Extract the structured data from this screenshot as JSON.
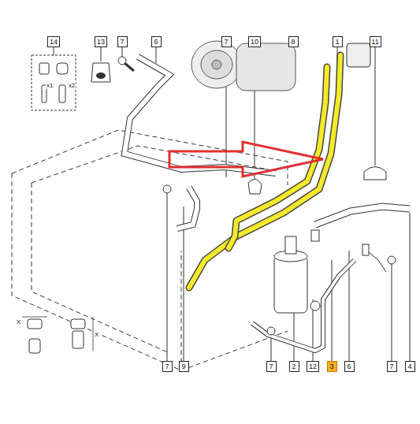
{
  "diagram": {
    "nodes": [
      {
        "text": [
          "14"
        ]
      },
      {
        "text": [
          "13"
        ]
      },
      {
        "text": [
          "7"
        ]
      },
      {
        "text": [
          "6"
        ]
      },
      {
        "text": [
          "7"
        ]
      },
      {
        "text": [
          "10"
        ]
      },
      {
        "text": [
          "8"
        ]
      },
      {
        "text": [
          "1"
        ]
      },
      {
        "text": [
          "11"
        ]
      },
      {
        "text": [
          "7"
        ]
      },
      {
        "text": [
          "9"
        ]
      },
      {
        "text": [
          "7"
        ]
      },
      {
        "text": [
          "2"
        ]
      },
      {
        "text": [
          "12"
        ]
      },
      {
        "text": [
          "3"
        ]
      },
      {
        "text": [
          "6"
        ]
      },
      {
        "text": [
          "7"
        ]
      },
      {
        "text": [
          "4"
        ]
      }
    ],
    "labels": [
      "x1",
      "x2",
      "X",
      "X"
    ]
  }
}
